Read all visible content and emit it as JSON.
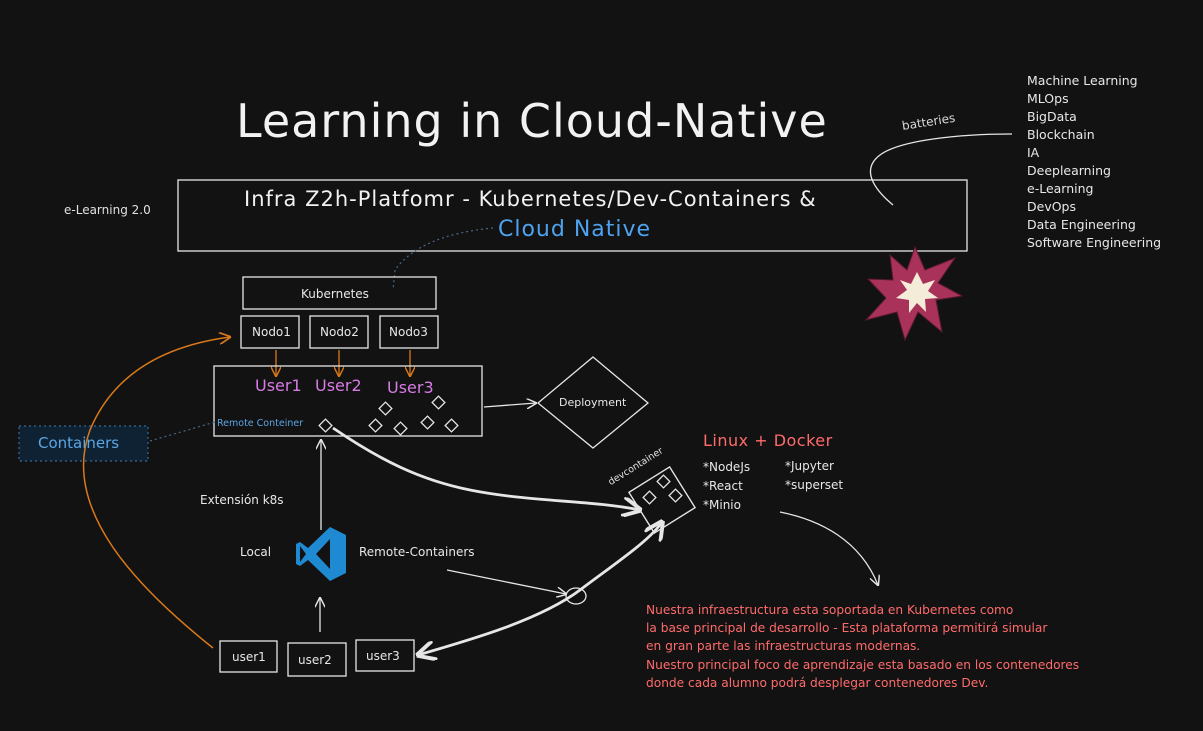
{
  "title": "Learning in Cloud-Native",
  "side_label": "e-Learning 2.0",
  "banner": {
    "line1": "Infra Z2h-Platfomr - Kubernetes/Dev-Containers &",
    "line2": "Cloud Native"
  },
  "batteries_label": "batteries",
  "topics": [
    "Machine Learning",
    "MLOps",
    "BigData",
    "Blockchain",
    "IA",
    "Deeplearning",
    "e-Learning",
    "DevOps",
    "Data Engineering",
    "Software Engineering"
  ],
  "cluster": {
    "title": "Kubernetes",
    "nodes": [
      "Nodo1",
      "Nodo2",
      "Nodo3"
    ]
  },
  "workspace": {
    "users": [
      "User1",
      "User2",
      "User3"
    ],
    "remote_label": "Remote Conteiner"
  },
  "deployment_label": "Deployment",
  "containers_label": "Containers",
  "extension_label": "Extensión k8s",
  "local_label": "Local",
  "remote_containers_label": "Remote-Containers",
  "bottom_users": [
    "user1",
    "user2",
    "user3"
  ],
  "devcontainer_label": "devcontainer",
  "stack": {
    "title": "Linux + Docker",
    "left": [
      "*NodeJs",
      "*React",
      "*Minio"
    ],
    "right": [
      "*Jupyter",
      "*superset"
    ]
  },
  "description": [
    "Nuestra infraestructura esta soportada en Kubernetes como",
    "la base principal de desarrollo - Esta plataforma permitirá simular",
    "en gran parte las infraestructuras modernas.",
    "Nuestro principal foco de aprendizaje esta basado en los contenedores",
    "donde cada alumno podrá desplegar contenedores Dev."
  ],
  "colors": {
    "background": "#121212",
    "stroke": "#e6e6e6",
    "blue": "#4ea3f0",
    "purple": "#d77be5",
    "orange": "#d9791a",
    "red": "#ff6b6b",
    "burst": "#a8325a",
    "vscode": "#1f8ad2"
  },
  "icons": {
    "vscode": "vscode-icon",
    "burst": "explosion-icon"
  }
}
